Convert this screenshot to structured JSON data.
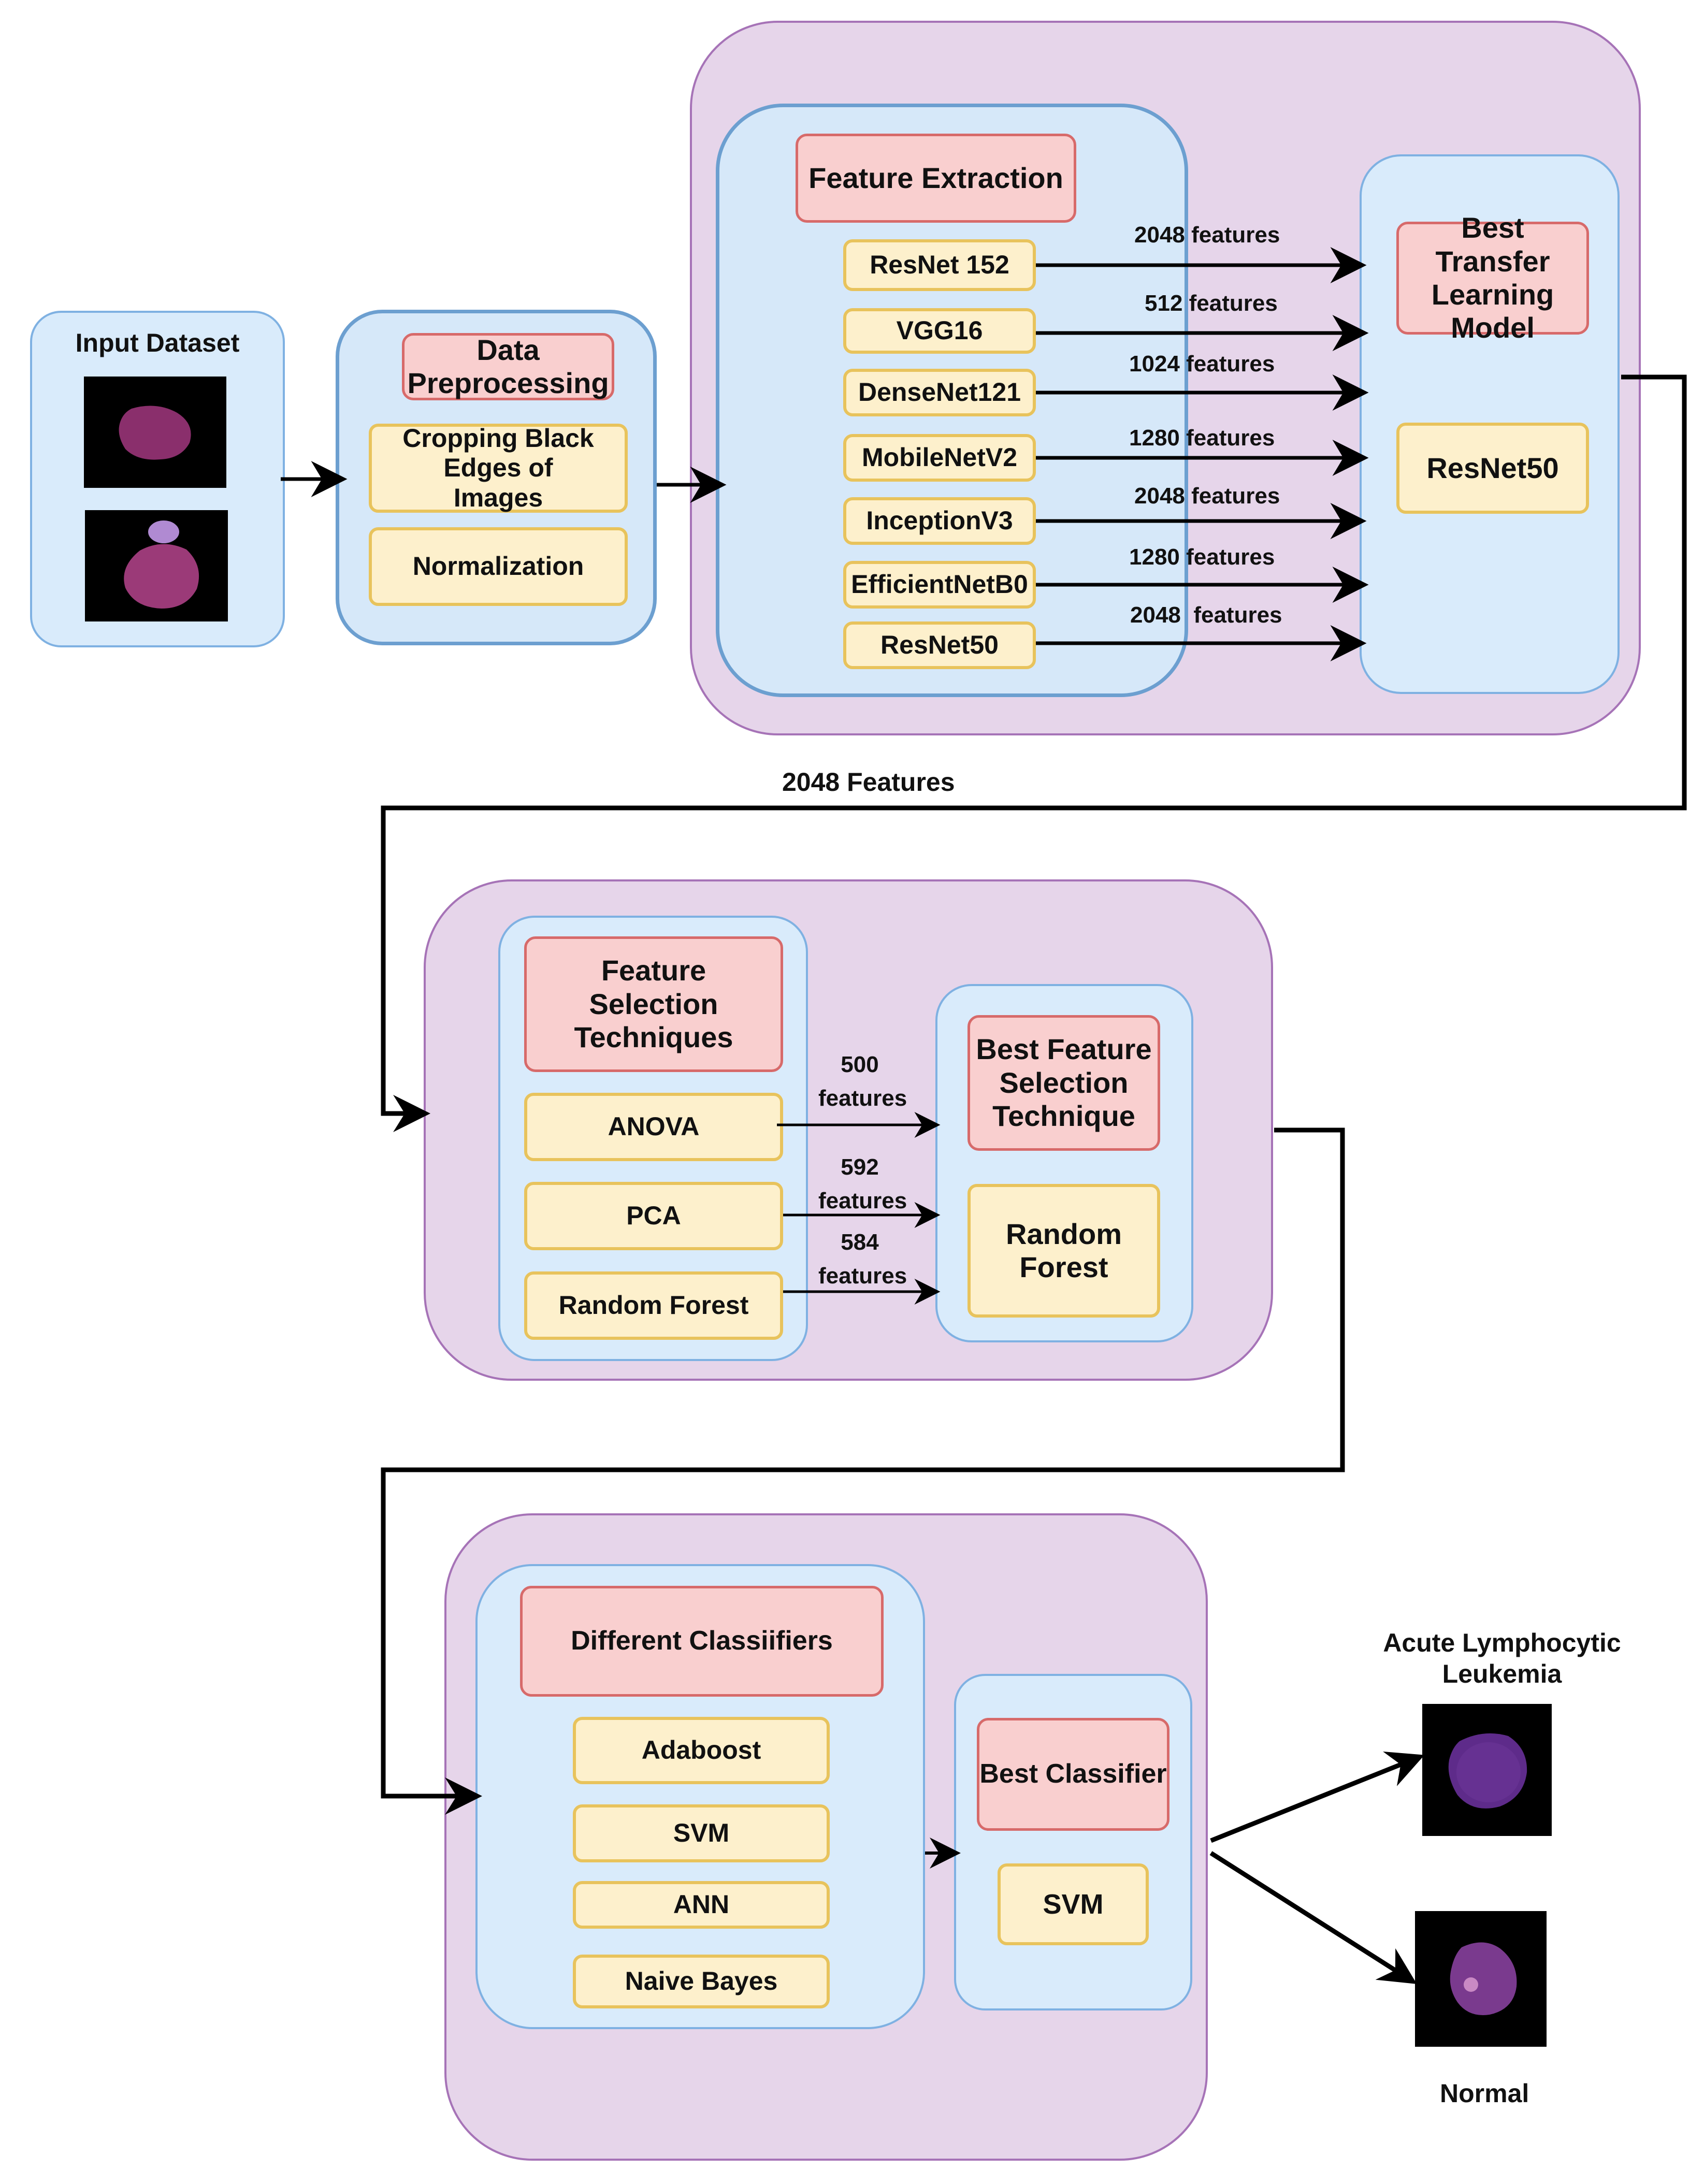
{
  "input_dataset": {
    "title": "Input Dataset"
  },
  "preprocessing": {
    "title": "Data Preprocessing",
    "steps": [
      "Cropping Black Edges of Images",
      "Normalization"
    ]
  },
  "feature_extraction": {
    "title": "Feature Extraction",
    "models": [
      "ResNet 152",
      "VGG16",
      "DenseNet121",
      "MobileNetV2",
      "InceptionV3",
      "EfficientNetB0",
      "ResNet50"
    ],
    "feature_counts": [
      "2048 features",
      "512 features",
      "1024 features",
      "1280 features",
      "2048 features",
      "1280 features",
      "2048  features"
    ]
  },
  "best_transfer": {
    "title": "Best Transfer Learning Model",
    "value": "ResNet50"
  },
  "connector_label": "2048 Features",
  "feature_selection": {
    "title": "Feature Selection Techniques",
    "methods": [
      "ANOVA",
      "PCA",
      "Random Forest"
    ],
    "counts": [
      {
        "number": "500",
        "unit": "features"
      },
      {
        "number": "592",
        "unit": "features"
      },
      {
        "number": "584",
        "unit": "features"
      }
    ]
  },
  "best_selection": {
    "title": "Best Feature Selection Technique",
    "value": "Random Forest"
  },
  "classifiers": {
    "title": "Different Classiifiers",
    "items": [
      "Adaboost",
      "SVM",
      "ANN",
      "Naive Bayes"
    ]
  },
  "best_classifier": {
    "title": "Best Classifier",
    "value": "SVM"
  },
  "outputs": {
    "positive": "Acute Lymphocytic Leukemia",
    "negative": "Normal"
  },
  "colors": {
    "container_purple": "#e6d5ea",
    "container_blue": "#d6e8f9",
    "header_pink": "#f9cfcf",
    "item_yellow": "#fdf0cc",
    "cell_magenta": "#9b3a78"
  }
}
